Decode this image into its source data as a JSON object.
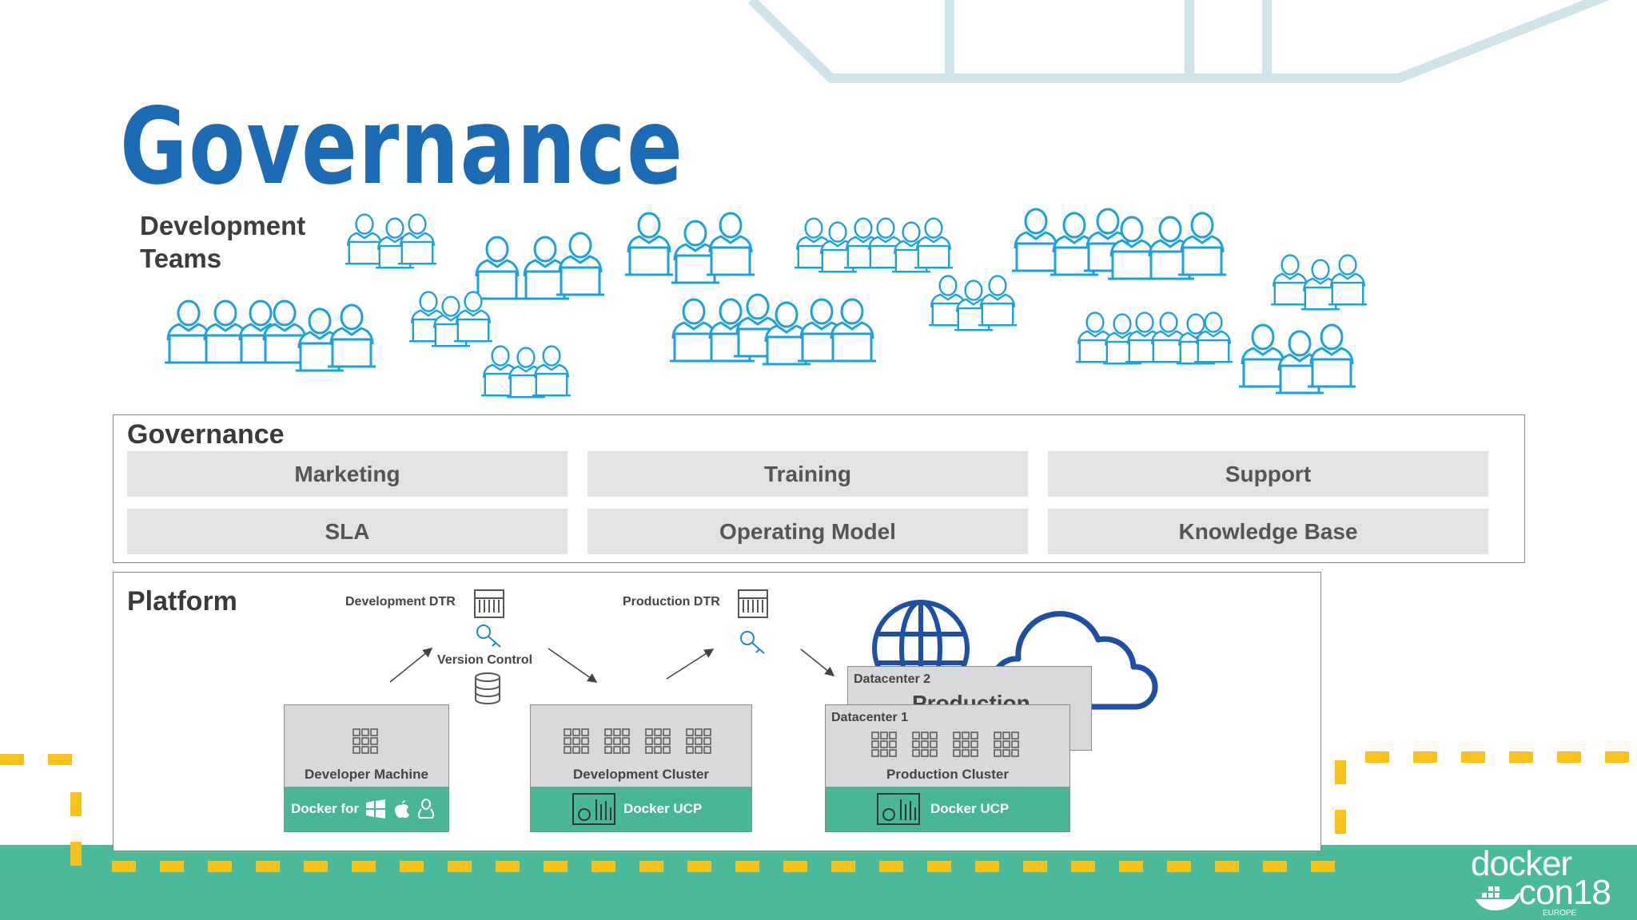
{
  "slide": {
    "title": "Governance",
    "teams_label": "Development\nTeams"
  },
  "governance": {
    "heading": "Governance",
    "cells": [
      "Marketing",
      "Training",
      "Support",
      "SLA",
      "Operating Model",
      "Knowledge Base"
    ]
  },
  "platform": {
    "heading": "Platform",
    "dev_dtr": "Development DTR",
    "prod_dtr": "Production DTR",
    "version_control": "Version Control",
    "dev_machine": {
      "label": "Developer Machine",
      "bar": "Docker for"
    },
    "dev_cluster": {
      "label": "Development Cluster",
      "bar": "Docker UCP"
    },
    "prod_cluster": {
      "label": "Production Cluster",
      "bar": "Docker UCP",
      "dc1": "Datacenter 1",
      "dc2": "Datacenter 2",
      "dc2_title": "Production"
    }
  },
  "brand": {
    "line1": "docker",
    "line2": "con18",
    "sub": "EUROPE"
  },
  "colors": {
    "title": "#1d6bb5",
    "people": "#1ea1d9",
    "green": "#49b795",
    "teal_band": "#4bba9b",
    "yellow": "#f6c21b",
    "globe": "#1f4fa5"
  }
}
